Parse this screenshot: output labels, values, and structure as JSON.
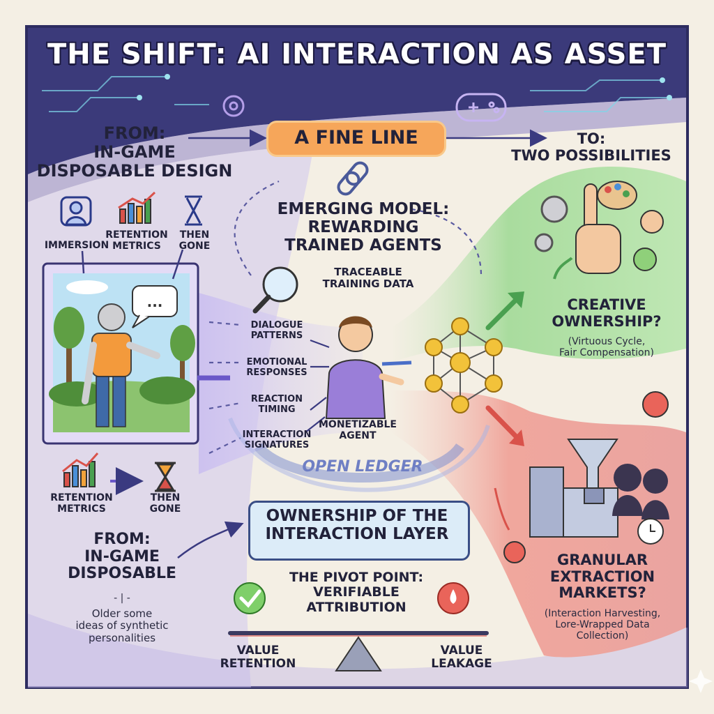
{
  "title": "THE SHIFT: AI INTERACTION AS ASSET",
  "center_banner": "A FINE LINE",
  "from_top": {
    "label": "FROM:\nIN-GAME\nDISPOSABLE DESIGN"
  },
  "to_top": {
    "label": "TO:\nTWO POSSIBILITIES"
  },
  "left_icons": [
    {
      "label": "IMMERSION",
      "icon": "person-icon"
    },
    {
      "label": "RETENTION\nMETRICS",
      "icon": "bar-chart-icon"
    },
    {
      "label": "THEN\nGONE",
      "icon": "hourglass-icon"
    }
  ],
  "lower_left_icons": [
    {
      "label": "RETENTION\nMETRICS",
      "icon": "bar-chart-icon"
    },
    {
      "label": "THEN\nGONE",
      "icon": "hourglass-icon"
    }
  ],
  "emerging_model": "EMERGING MODEL:\nREWARDING\nTRAINED AGENTS",
  "traceable": "TRACEABLE\nTRAINING DATA",
  "flows": [
    "DIALOGUE\nPATTERNS",
    "EMOTIONAL\nRESPONSES",
    "REACTION\nTIMING",
    "INTERACTION\nSIGNATURES"
  ],
  "agent_label": "MONETIZABLE\nAGENT",
  "ledger_text": "OPEN LEDGER",
  "ownership": "OWNERSHIP OF THE\nINTERACTION LAYER",
  "from_bottom": {
    "label": "FROM:\nIN-GAME\nDISPOSABLE",
    "divider": "- | -",
    "note": "Older some\nideas of synthetic\npersonalities"
  },
  "pivot": {
    "label": "THE PIVOT POINT:\nVERIFIABLE\nATTRIBUTION",
    "left": "VALUE\nRETENTION",
    "right": "VALUE\nLEAKAGE"
  },
  "creative": {
    "label": "CREATIVE\nOWNERSHIP?",
    "note": "(Virtuous Cycle,\nFair Compensation)"
  },
  "granular": {
    "label": "GRANULAR\nEXTRACTION\nMARKETS?",
    "note": "(Interaction Harvesting,\nLore-Wrapped Data\nCollection)"
  },
  "colors": {
    "frame": "#3b3a7a",
    "banner": "#f6a65a",
    "green": "#7cc77a",
    "red": "#e27a6f",
    "purple": "#a896d6",
    "ownership_box": "#dcecf8"
  }
}
